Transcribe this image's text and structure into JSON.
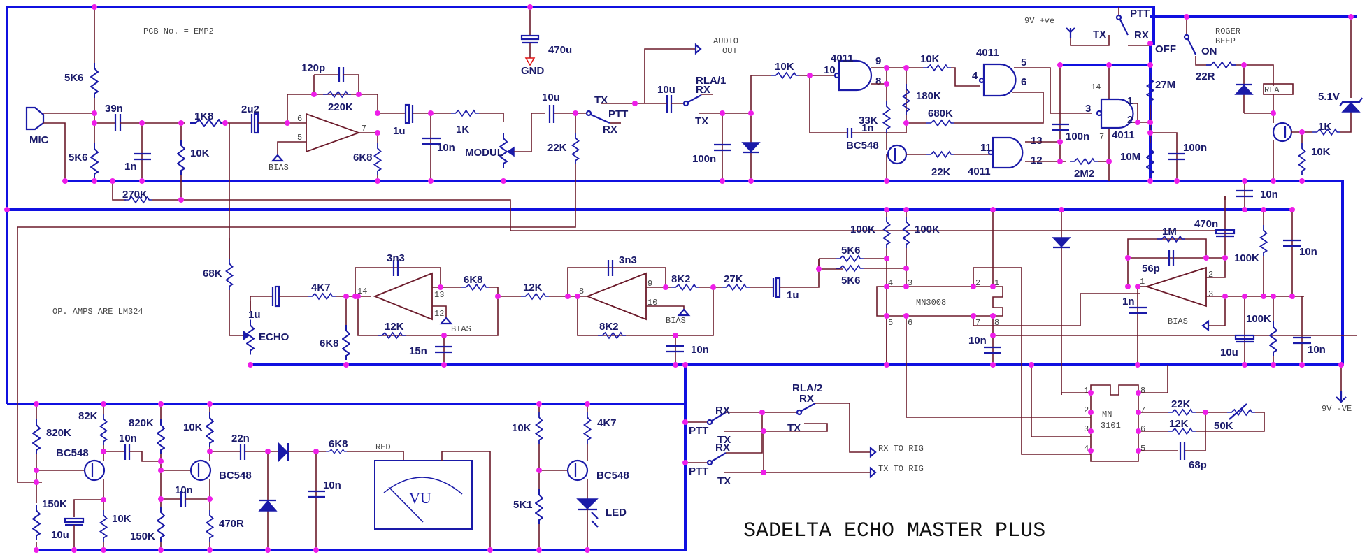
{
  "title": "SADELTA ECHO MASTER PLUS",
  "notes": {
    "pcb": "PCB No. = EMP2",
    "opamps": "OP. AMPS ARE LM324",
    "supply_pos": "9V +ve",
    "supply_neg": "9V -VE"
  },
  "colors": {
    "bus": "#1010e0",
    "wire": "#6b1a2a",
    "component": "#1a1aa8",
    "junction": "#ee1ee8"
  },
  "mic_stage": {
    "mic": "MIC",
    "r_top": "5K6",
    "r_bot": "5K6",
    "c_in": "39n",
    "c_shunt": "1n",
    "r_series": "1K8",
    "r_shunt": "10K",
    "r_bias": "270K",
    "c_couple": "2u2",
    "c_fb": "120p",
    "r_fb": "220K",
    "r_out": "6K8",
    "bias": "BIAS",
    "pins": {
      "inv": "6",
      "noninv": "5",
      "out": "7"
    }
  },
  "filter": {
    "c_couple": "1u",
    "r": "1K",
    "c": "10n",
    "pot": "MODUL"
  },
  "supply": {
    "cap": "470u",
    "gnd": "GND"
  },
  "ptt_out": {
    "c1": "10u",
    "r": "22K",
    "tx": "TX",
    "rx": "RX",
    "ptt": "PTT",
    "c2": "10u",
    "relay": "RLA/1",
    "rx2": "RX",
    "tx2": "TX",
    "audio_out_1": "AUDIO",
    "audio_out_2": "OUT"
  },
  "detector": {
    "c": "100n",
    "r_in": "10K"
  },
  "logic": {
    "gate1": {
      "name": "4011",
      "in": "10",
      "in2": "8",
      "out": "9"
    },
    "gate2": {
      "name": "4011",
      "in": "4",
      "o1": "5",
      "o2": "6"
    },
    "gate3": {
      "name": "4011",
      "in": "11",
      "p13": "13",
      "p12": "12"
    },
    "gate4": {
      "name": "4011",
      "in": "3",
      "p1": "1",
      "p2": "2",
      "vdd": "14",
      "vss": "7"
    },
    "r10k": "10K",
    "r33k": "33K",
    "r180k": "180K",
    "r680k": "680K",
    "c1n": "1n",
    "transistor": "BC548",
    "r22k": "22K",
    "c100n": "100n",
    "r2m2": "2M2",
    "r27m": "27M",
    "r10m": "10M",
    "c100n_b": "100n"
  },
  "ptt_switch": {
    "label": "PTT",
    "tx": "TX",
    "rx": "RX"
  },
  "roger_beep": {
    "label_1": "ROGER",
    "label_2": "BEEP",
    "off": "OFF",
    "on": "ON",
    "r": "22R",
    "relay": "RLA",
    "zener": "5.1V",
    "r1k": "1K",
    "r10k": "10K",
    "c10n": "10n"
  },
  "echo_stage": {
    "r68k": "68K",
    "pot": "ECHO",
    "c1u": "1u",
    "r4k7": "4K7",
    "r6k8": "6K8",
    "op1": {
      "c_fb": "3n3",
      "r_fb": "6K8",
      "r_in": "12K",
      "cap": "15n",
      "p_in": "14",
      "p_inv": "13",
      "p_non": "12",
      "bias": "BIAS"
    },
    "r12k": "12K",
    "op2": {
      "c_fb": "3n3",
      "r_out": "8K2",
      "r_fb": "8K2",
      "cap": "10n",
      "p_in": "8",
      "p_inv": "9",
      "p_non": "10",
      "bias": "BIAS"
    },
    "r27k": "27K",
    "c_out": "1u"
  },
  "bbd": {
    "chip": "MN3008",
    "r100k_a": "100K",
    "r100k_b": "100K",
    "r5k6_a": "5K6",
    "r5k6_b": "5K6",
    "pins_top": [
      "4",
      "3",
      "2",
      "1"
    ],
    "pins_bot": [
      "5",
      "6",
      "7",
      "8"
    ],
    "c10n": "10n"
  },
  "output_stage": {
    "c470n": "470n",
    "r1m": "1M",
    "c56p": "56p",
    "c1n": "1n",
    "bias": "BIAS",
    "r100k_a": "100K",
    "r100k_b": "100K",
    "c10n_a": "10n",
    "c10n_b": "10n",
    "c10u": "10u",
    "pins": {
      "out": "1",
      "inv": "2",
      "non": "3"
    }
  },
  "clock": {
    "chip_1": "MN",
    "chip_2": "3101",
    "pins_left": [
      "1",
      "2",
      "3",
      "4"
    ],
    "pins_right": [
      "8",
      "7",
      "6",
      "5"
    ],
    "r22k": "22K",
    "r12k": "12K",
    "pot": "50K",
    "c68p": "68p"
  },
  "rig_switch": {
    "relay": "RLA/2",
    "rx": "RX",
    "tx": "TX",
    "ptt": "PTT",
    "rx_to_rig": "RX TO RIG",
    "tx_to_rig": "TX TO RIG"
  },
  "vu_meter": {
    "r820k_a": "820K",
    "r82k": "82K",
    "c10n_a": "10n",
    "r820k_b": "820K",
    "r10k_a": "10K",
    "c22n": "22n",
    "r6k8": "6K8",
    "red": "RED",
    "q1": "BC548",
    "q2": "BC548",
    "r150k_a": "150K",
    "c10u": "10u",
    "r10k_b": "10K",
    "r150k_b": "150K",
    "c10n_b": "10n",
    "r470r": "470R",
    "c10n_c": "10n",
    "meter": "VU"
  },
  "led_driver": {
    "r10k": "10K",
    "r4k7": "4K7",
    "r5k1": "5K1",
    "q": "BC548",
    "led": "LED"
  }
}
